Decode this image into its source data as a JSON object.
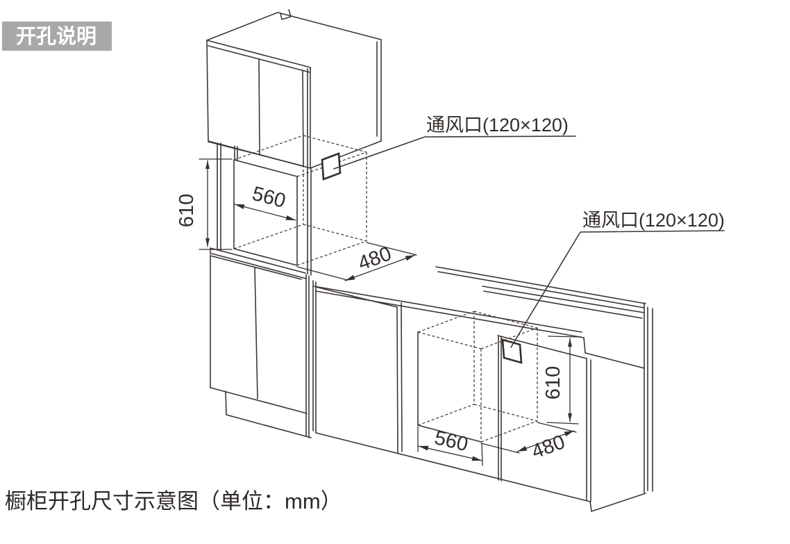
{
  "diagram": {
    "badge": "开孔说明",
    "caption": "橱柜开孔尺寸示意图（单位：mm）",
    "upper_cabinet": {
      "vent": "通风口(120×120)",
      "height_mm": "610",
      "width_mm": "560",
      "depth_mm": "480"
    },
    "base_cabinet": {
      "vent": "通风口(120×120)",
      "height_mm": "610",
      "width_mm": "560",
      "depth_mm": "480"
    },
    "colors": {
      "line": "#3c3632",
      "badge_bg": "#a8a8a8",
      "badge_text": "#ffffff"
    }
  }
}
